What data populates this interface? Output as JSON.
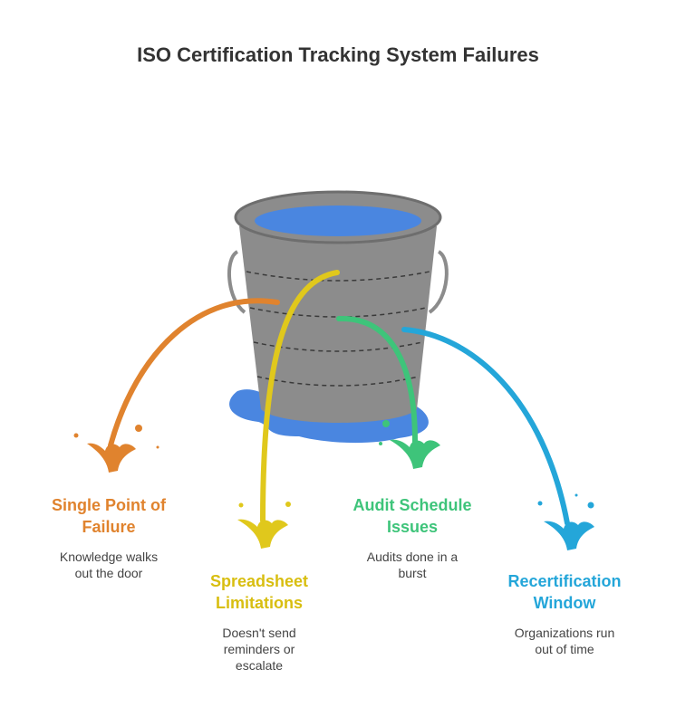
{
  "title": "ISO Certification Tracking System Failures",
  "colors": {
    "water": "#4a86e0",
    "bucket": "#8c8c8c",
    "bucket_dark": "#666666",
    "single_point": "#e0832e",
    "spreadsheet": "#e0c81c",
    "audit": "#3ec47a",
    "recert": "#24a6d9"
  },
  "items": [
    {
      "title_line1": "Single Point of",
      "title_line2": "Failure",
      "desc_line1": "Knowledge walks",
      "desc_line2": "out the door",
      "desc_line3": ""
    },
    {
      "title_line1": "Spreadsheet",
      "title_line2": "Limitations",
      "desc_line1": "Doesn't send",
      "desc_line2": "reminders or",
      "desc_line3": "escalate"
    },
    {
      "title_line1": "Audit Schedule",
      "title_line2": "Issues",
      "desc_line1": "Audits done in a",
      "desc_line2": "burst",
      "desc_line3": ""
    },
    {
      "title_line1": "Recertification",
      "title_line2": "Window",
      "desc_line1": "Organizations run",
      "desc_line2": "out of time",
      "desc_line3": ""
    }
  ]
}
